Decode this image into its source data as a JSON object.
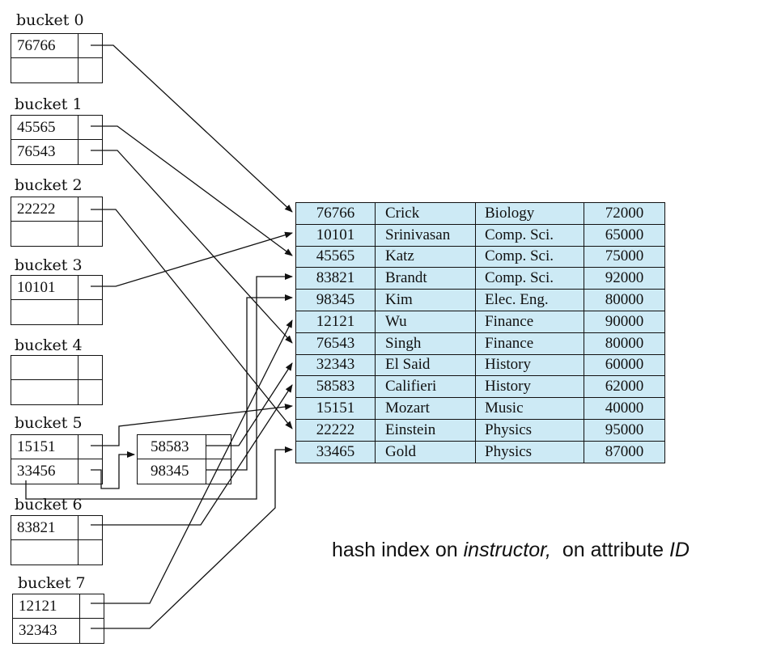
{
  "buckets": [
    {
      "label": "bucket 0",
      "keys": [
        "76766",
        ""
      ]
    },
    {
      "label": "bucket 1",
      "keys": [
        "45565",
        "76543"
      ]
    },
    {
      "label": "bucket 2",
      "keys": [
        "22222",
        ""
      ]
    },
    {
      "label": "bucket 3",
      "keys": [
        "10101",
        ""
      ]
    },
    {
      "label": "bucket 4",
      "keys": [
        "",
        ""
      ]
    },
    {
      "label": "bucket 5",
      "keys": [
        "15151",
        "33456"
      ]
    },
    {
      "label": "bucket 6",
      "keys": [
        "83821",
        ""
      ]
    },
    {
      "label": "bucket 7",
      "keys": [
        "12121",
        "32343"
      ]
    }
  ],
  "overflow_bucket": {
    "keys": [
      "58583",
      "98345"
    ]
  },
  "instructor_rows": [
    [
      "76766",
      "Crick",
      "Biology",
      "72000"
    ],
    [
      "10101",
      "Srinivasan",
      "Comp. Sci.",
      "65000"
    ],
    [
      "45565",
      "Katz",
      "Comp. Sci.",
      "75000"
    ],
    [
      "83821",
      "Brandt",
      "Comp. Sci.",
      "92000"
    ],
    [
      "98345",
      "Kim",
      "Elec. Eng.",
      "80000"
    ],
    [
      "12121",
      "Wu",
      "Finance",
      "90000"
    ],
    [
      "76543",
      "Singh",
      "Finance",
      "80000"
    ],
    [
      "32343",
      "El Said",
      "History",
      "60000"
    ],
    [
      "58583",
      "Califieri",
      "History",
      "62000"
    ],
    [
      "15151",
      "Mozart",
      "Music",
      "40000"
    ],
    [
      "22222",
      "Einstein",
      "Physics",
      "95000"
    ],
    [
      "33465",
      "Gold",
      "Physics",
      "87000"
    ]
  ],
  "caption": {
    "part1": "hash index on ",
    "relation": "instructor,",
    "part2": "  on attribute ",
    "attribute": "ID"
  },
  "colors": {
    "table_fill": "#cdeaf5",
    "line": "#111111"
  }
}
